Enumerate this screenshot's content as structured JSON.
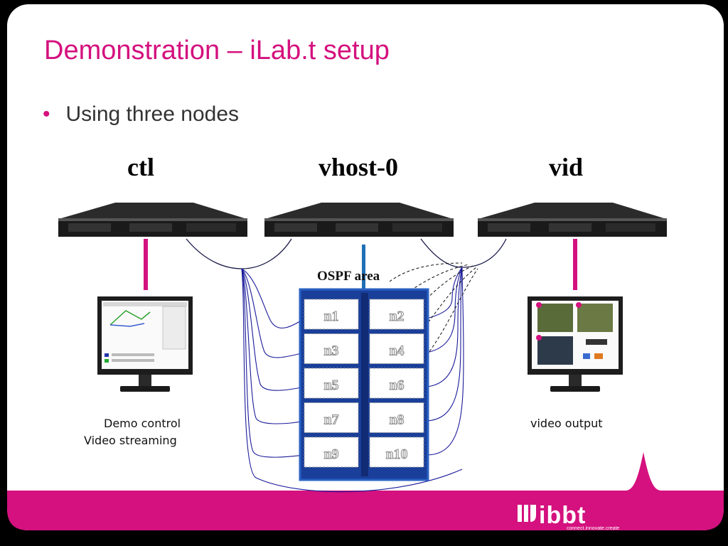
{
  "slide": {
    "title": "Demonstration – iLab.t setup",
    "bullet": "Using three nodes",
    "accent_color": "#d4117e"
  },
  "servers": [
    {
      "label": "ctl",
      "caption_lines": [
        "Demo control",
        "Video streaming"
      ]
    },
    {
      "label": "vhost-0",
      "caption_lines": []
    },
    {
      "label": "vid",
      "caption_lines": [
        "video output"
      ]
    }
  ],
  "ospf_area": {
    "label": "OSPF area",
    "nodes": [
      "n1",
      "n2",
      "n3",
      "n4",
      "n5",
      "n6",
      "n7",
      "n8",
      "n9",
      "n10"
    ]
  },
  "footer": {
    "brand": "ibbt",
    "tagline": "connect.innovate.create"
  },
  "icons": [
    "rack-server-icon",
    "monitor-icon",
    "ibbt-logo"
  ]
}
